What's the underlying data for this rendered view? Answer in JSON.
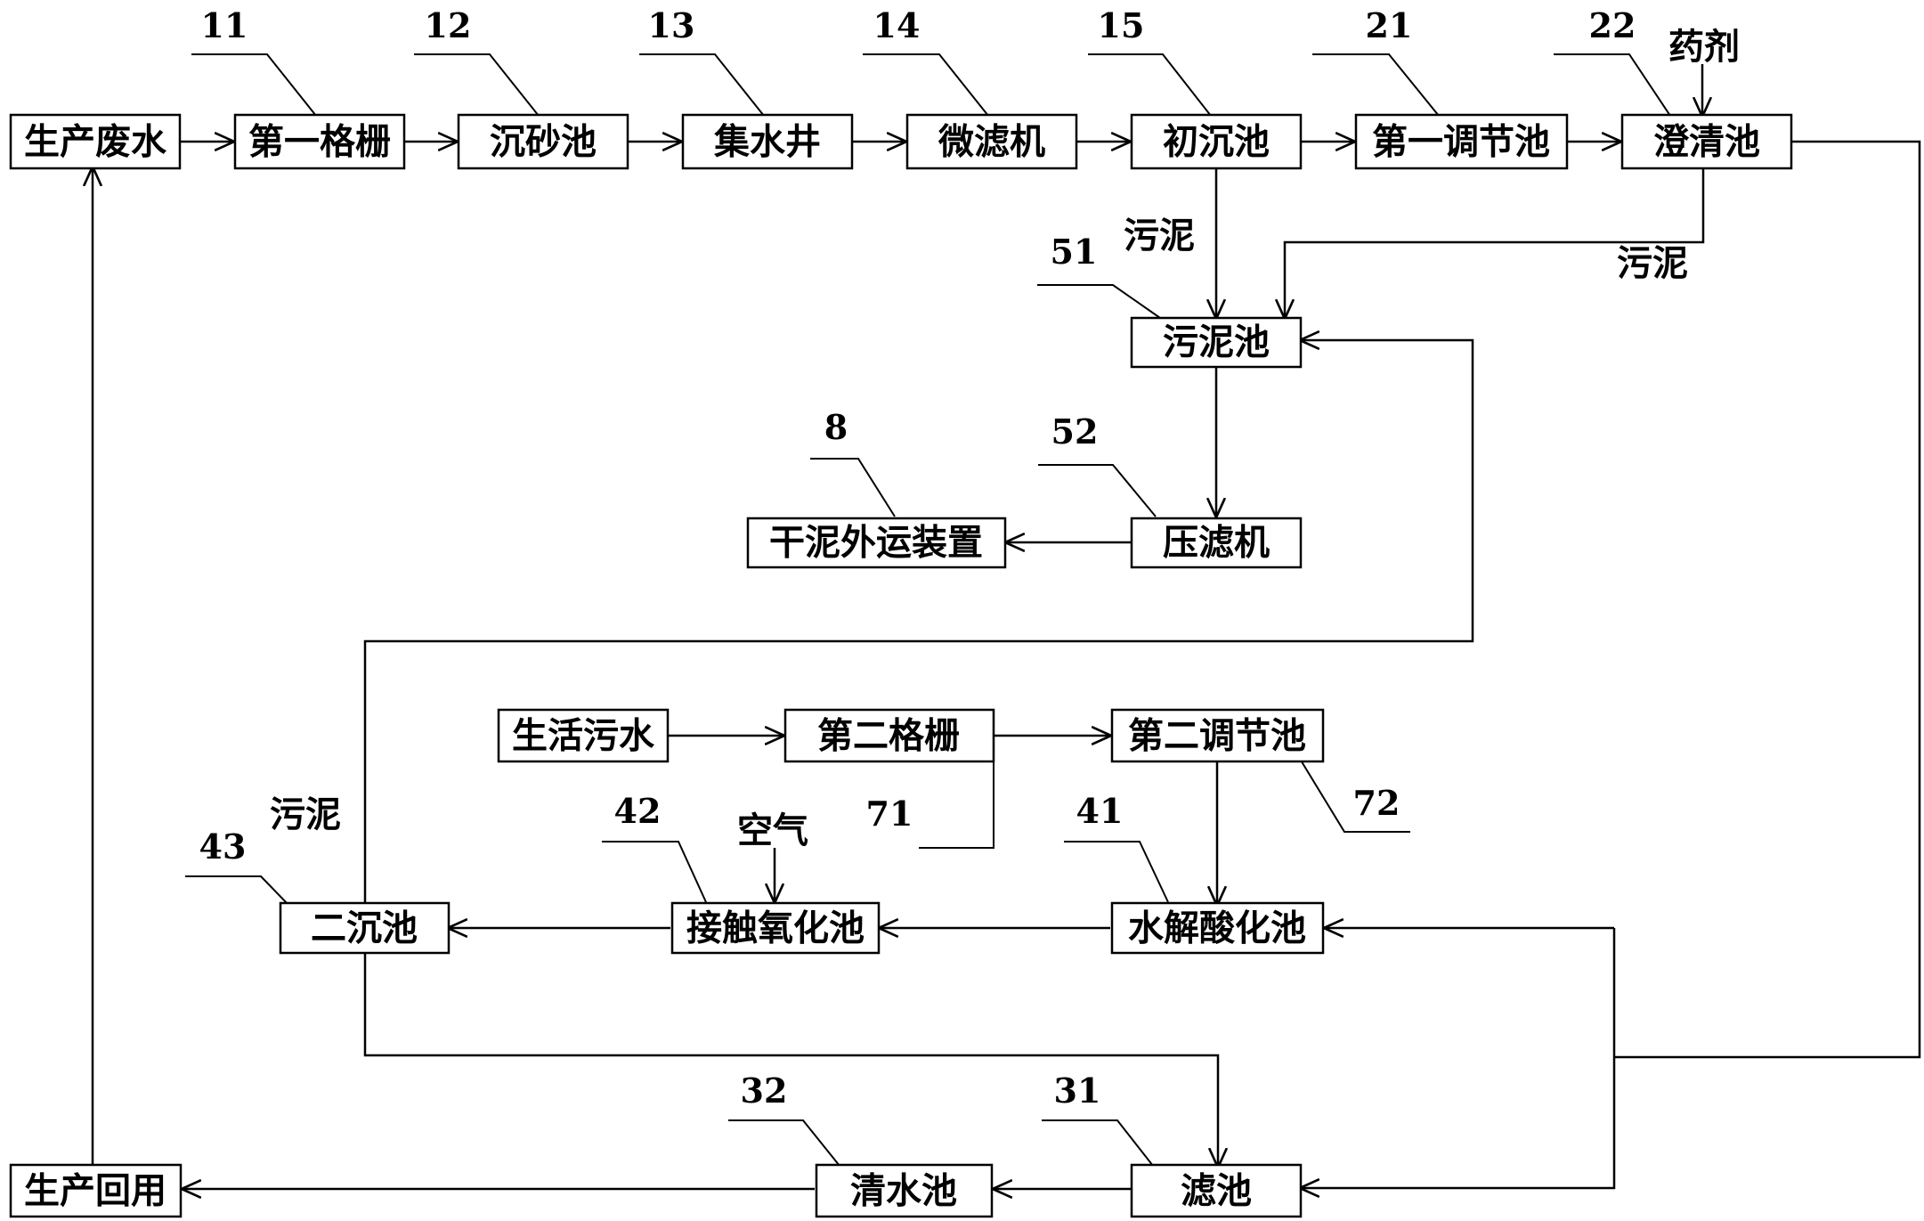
{
  "nodes": {
    "prod_wastewater": "生产废水",
    "grille1": "第一格栅",
    "grit_tank": "沉砂池",
    "sump": "集水井",
    "micro_filter": "微滤机",
    "primary_settling": "初沉池",
    "equalization1": "第一调节池",
    "clarifier": "澄清池",
    "sludge_tank": "污泥池",
    "filter_press": "压滤机",
    "dry_sludge_out": "干泥外运装置",
    "domestic_sewage": "生活污水",
    "grille2": "第二格栅",
    "equalization2": "第二调节池",
    "hydrolysis": "水解酸化池",
    "contact_oxidation": "接触氧化池",
    "secondary_settling": "二沉池",
    "sand_filter": "滤池",
    "clear_water": "清水池",
    "prod_reuse": "生产回用"
  },
  "labels": {
    "chemicals": "药剂",
    "air": "空气",
    "sludge_a": "污泥",
    "sludge_b": "污泥",
    "sludge_c": "污泥"
  },
  "refs": {
    "r11": "11",
    "r12": "12",
    "r13": "13",
    "r14": "14",
    "r15": "15",
    "r21": "21",
    "r22": "22",
    "r51": "51",
    "r52": "52",
    "r8": "8",
    "r71": "71",
    "r72": "72",
    "r41": "41",
    "r42": "42",
    "r43": "43",
    "r31": "31",
    "r32": "32"
  },
  "colors": {
    "stroke": "#000000",
    "background": "#ffffff"
  }
}
